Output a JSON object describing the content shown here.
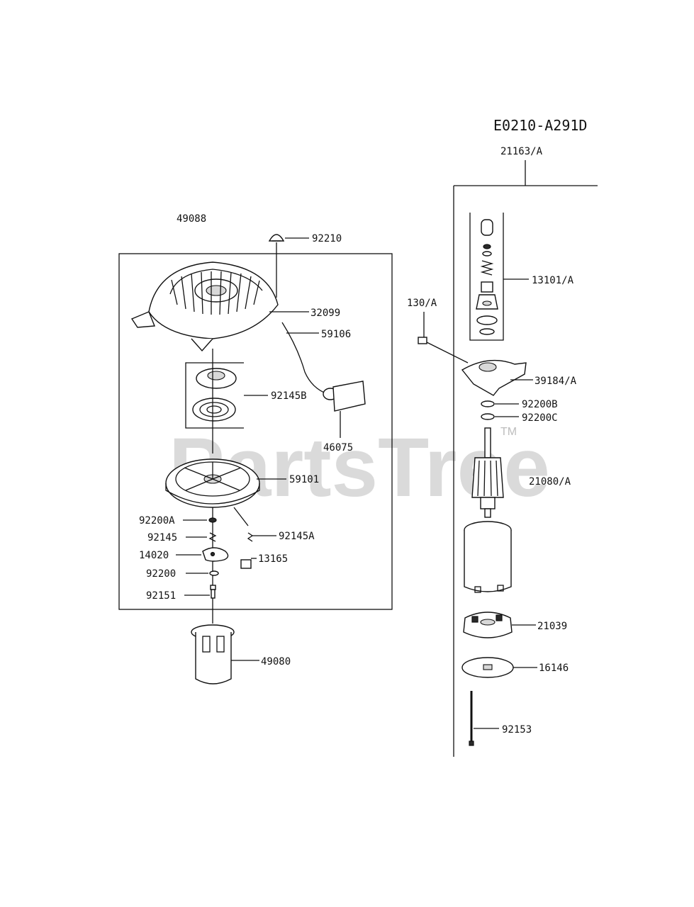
{
  "diagram_code": "E0210-A291D",
  "watermark": "PartsTree",
  "watermark_tm": "TM",
  "group_labels": {
    "recoil_assy": "49088",
    "starter_assy": "21163/A"
  },
  "parts": {
    "p92210": "92210",
    "p32099": "32099",
    "p59106": "59106",
    "p92145B": "92145B",
    "p46075": "46075",
    "p59101": "59101",
    "p92200A": "92200A",
    "p92145": "92145",
    "p92145A": "92145A",
    "p14020": "14020",
    "p13165": "13165",
    "p92200": "92200",
    "p92151": "92151",
    "p49080": "49080",
    "p13101A": "13101/A",
    "p130A": "130/A",
    "p39184A": "39184/A",
    "p92200B": "92200B",
    "p92200C": "92200C",
    "p21080A": "21080/A",
    "p21039": "21039",
    "p16146": "16146",
    "p92153": "92153"
  }
}
